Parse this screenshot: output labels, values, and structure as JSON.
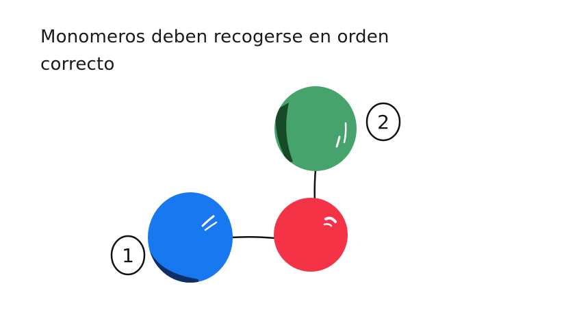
{
  "caption": "Monomeros deben recogerse en orden correcto",
  "labels": {
    "first": "1",
    "second": "2"
  },
  "colors": {
    "blue": "#1778f0",
    "blue_shadow": "#0e2f66",
    "red": "#f53347",
    "red_shadow": "#6e1119",
    "green": "#45a36b",
    "green_shadow": "#174a26",
    "ink": "#111111"
  }
}
